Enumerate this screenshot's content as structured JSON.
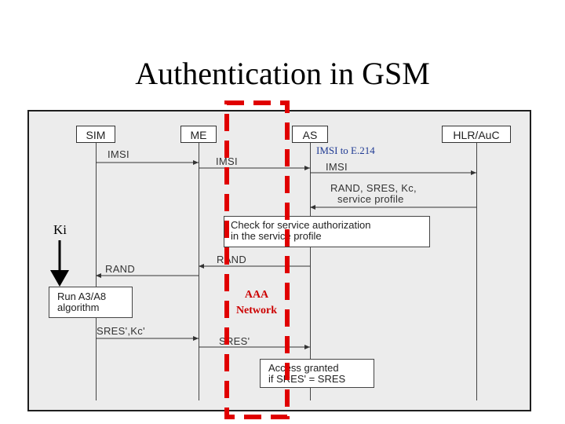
{
  "title": "Authentication in GSM",
  "entities": [
    "SIM",
    "ME",
    "AS",
    "HLR/AuC"
  ],
  "messages": {
    "imsi_sim_me": "IMSI",
    "imsi_me_as": "IMSI",
    "imsi_as_hlr": "IMSI",
    "imsi_annotation": "IMSI to E.214",
    "rand_sres_line1": "RAND, SRES, Kc,",
    "rand_sres_line2": "service profile",
    "rand_as_me": "RAND",
    "rand_me_sim": "RAND",
    "sres_kc": "SRES',Kc'",
    "sres": "SRES'"
  },
  "notes": {
    "check_line1": "Check for service authorization",
    "check_line2": "in the service profile",
    "run_line1": "Run A3/A8",
    "run_line2": "algorithm",
    "access_line1": "Access granted",
    "access_line2": "if SRES' = SRES"
  },
  "key_label": "Ki",
  "highlight": {
    "line1": "AAA",
    "line2": "Network",
    "color": "#e00000"
  }
}
